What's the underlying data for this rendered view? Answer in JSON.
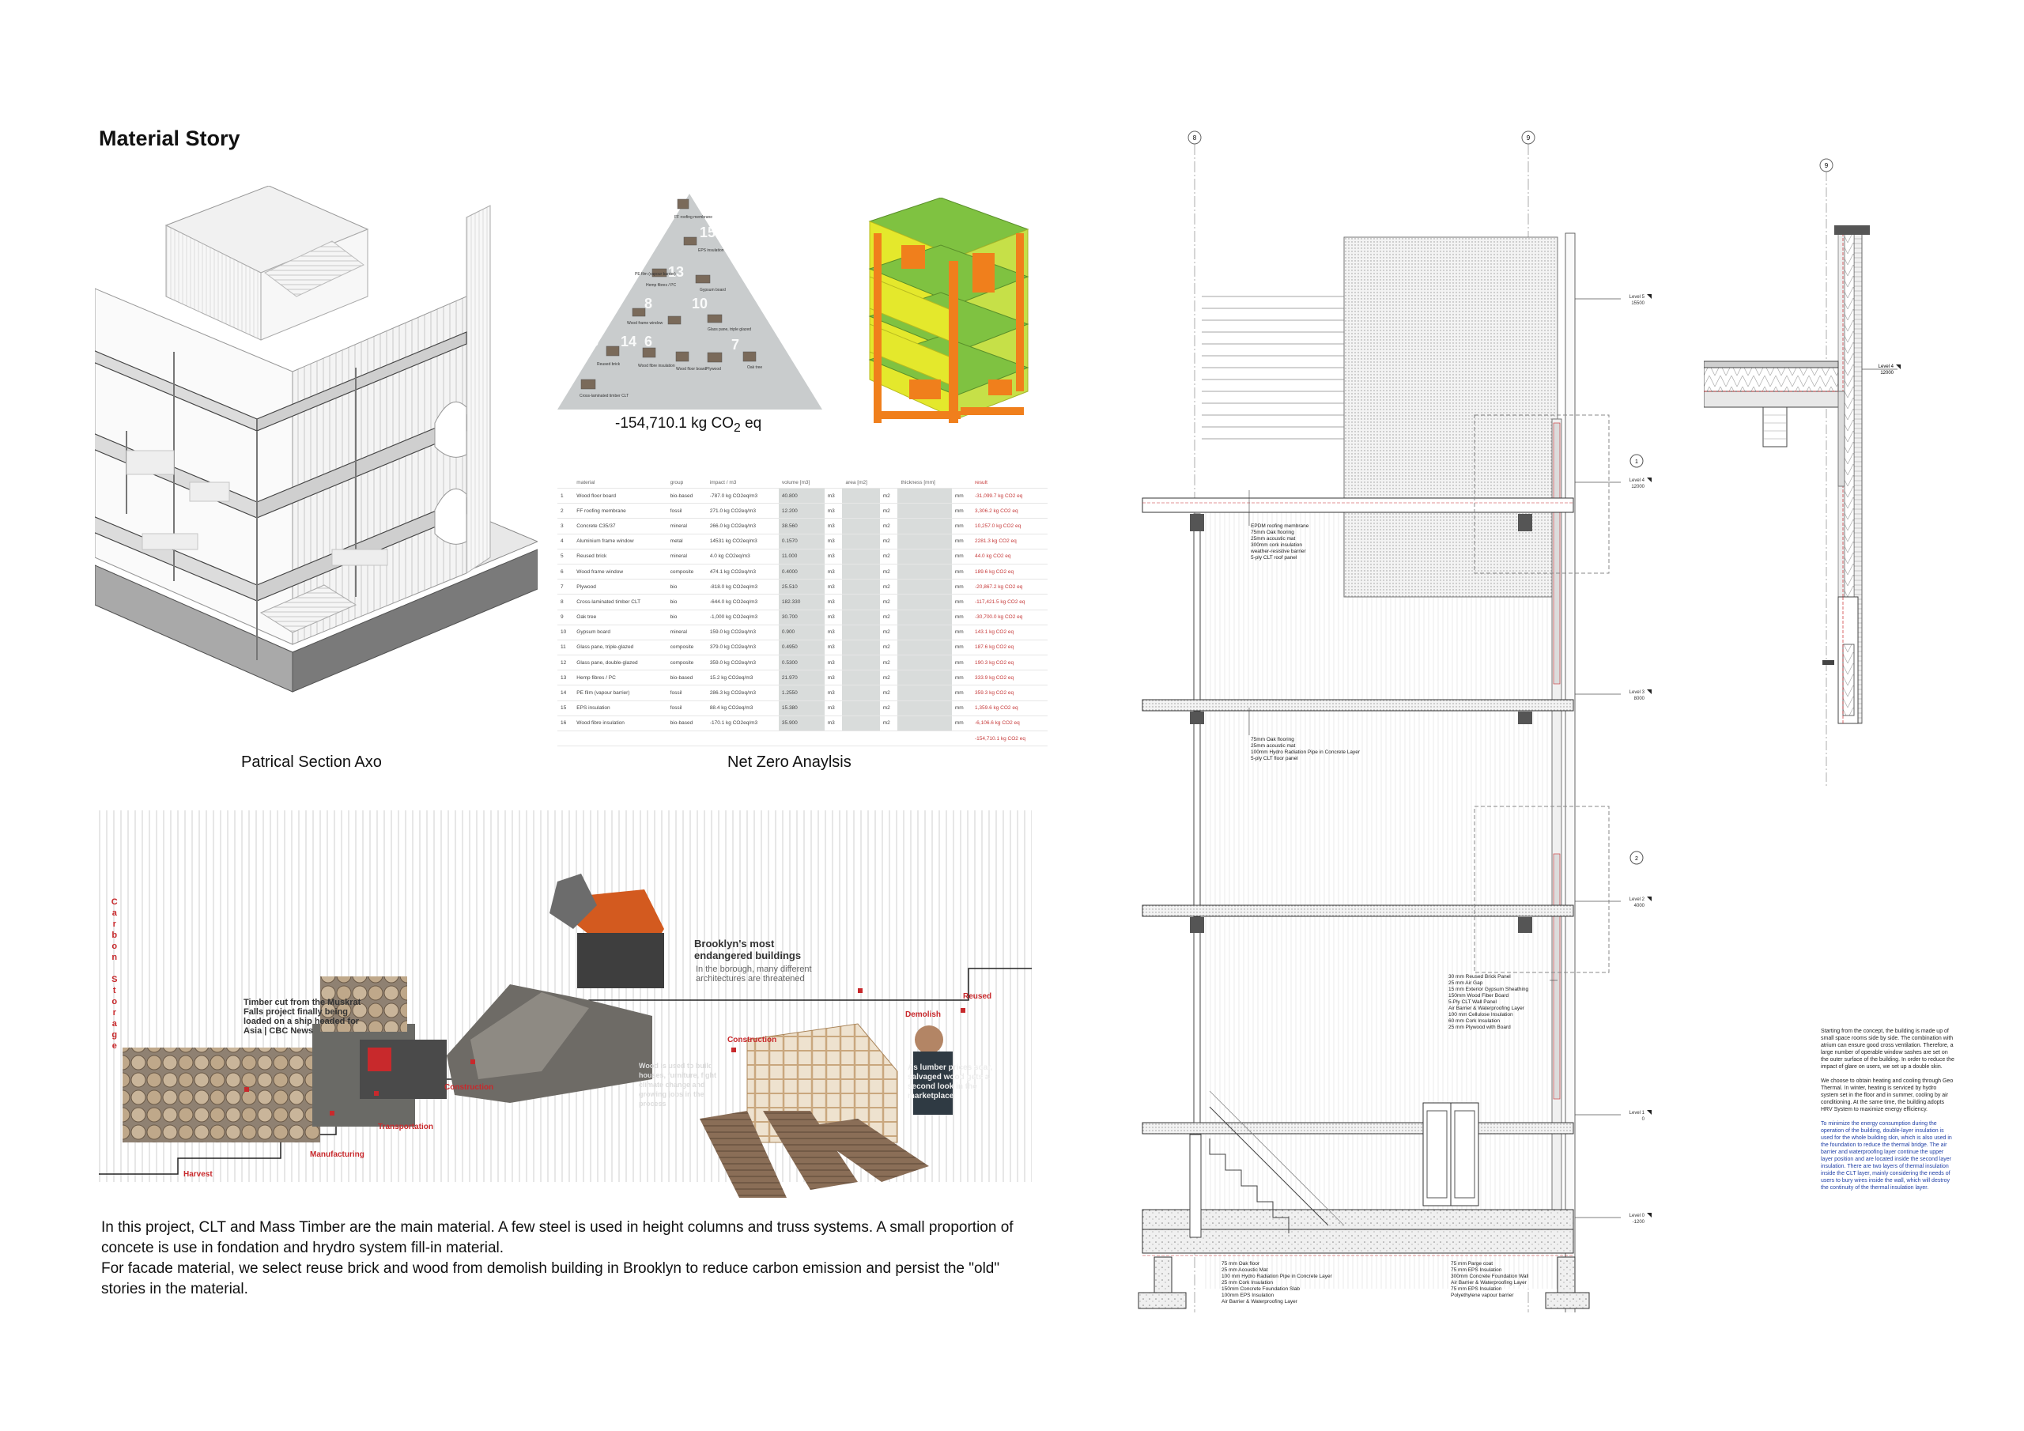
{
  "page": {
    "title": "Material Story"
  },
  "captions": {
    "axo": "Patrical Section Axo",
    "netzero": "Net Zero Anaylsis"
  },
  "pyramid": {
    "total_prefix": "-154,710.1 kg CO",
    "total_sub": "2",
    "total_suffix": " eq",
    "labels": {
      "l1": "FF roofing membrane",
      "l2": "EPS insulation",
      "l3": "Hemp fibres / PC",
      "l4": "Gypsum board",
      "l5": "Wood frame window",
      "l6": "Glass pane, triple glazed",
      "l7": "Reused brick",
      "l8": "Wood fibre insulation",
      "l9": "Wood floor board",
      "l10": "Plywood",
      "l11": "Oak tree",
      "l12": "Cross-laminated timber CLT",
      "l13": "PE film (vapour barrier)"
    }
  },
  "materials_table": {
    "headers": [
      "material",
      "group",
      "impact / m3",
      "volume [m3]",
      "area [m2]",
      "thickness [mm]",
      "result"
    ],
    "rows": [
      {
        "n": "1",
        "name": "Wood floor board",
        "group": "bio-based",
        "impact": "-787.0 kg CO2eq/m3",
        "vol": "40.800",
        "res": "-31,099.7 kg CO2 eq"
      },
      {
        "n": "2",
        "name": "FF roofing membrane",
        "group": "fossil",
        "impact": "271.0 kg CO2eq/m3",
        "vol": "12.200",
        "res": "3,306.2 kg CO2 eq"
      },
      {
        "n": "3",
        "name": "Concrete C35/37",
        "group": "mineral",
        "impact": "266.0 kg CO2eq/m3",
        "vol": "38.560",
        "res": "10,257.0 kg CO2 eq"
      },
      {
        "n": "4",
        "name": "Aluminium frame window",
        "group": "metal",
        "impact": "14531 kg CO2eq/m3",
        "vol": "0.1570",
        "res": "2281.3 kg CO2 eq"
      },
      {
        "n": "5",
        "name": "Reused brick",
        "group": "mineral",
        "impact": "4.0 kg CO2eq/m3",
        "vol": "11.000",
        "res": "44.0 kg CO2 eq"
      },
      {
        "n": "6",
        "name": "Wood frame window",
        "group": "composite",
        "impact": "474.1 kg CO2eq/m3",
        "vol": "0.4000",
        "res": "189.6 kg CO2 eq"
      },
      {
        "n": "7",
        "name": "Plywood",
        "group": "bio",
        "impact": "-818.0 kg CO2eq/m3",
        "vol": "25.510",
        "res": "-20,867.2 kg CO2 eq"
      },
      {
        "n": "8",
        "name": "Cross-laminated timber CLT",
        "group": "bio",
        "impact": "-644.0 kg CO2eq/m3",
        "vol": "182.330",
        "res": "-117,421.5 kg CO2 eq"
      },
      {
        "n": "9",
        "name": "Oak tree",
        "group": "bio",
        "impact": "-1,000 kg CO2eq/m3",
        "vol": "30.700",
        "res": "-30,700.0 kg CO2 eq"
      },
      {
        "n": "10",
        "name": "Gypsum board",
        "group": "mineral",
        "impact": "159.0 kg CO2eq/m3",
        "vol": "0.900",
        "res": "143.1 kg CO2 eq"
      },
      {
        "n": "11",
        "name": "Glass pane, triple-glazed",
        "group": "composite",
        "impact": "379.0 kg CO2eq/m3",
        "vol": "0.4950",
        "res": "187.6 kg CO2 eq"
      },
      {
        "n": "12",
        "name": "Glass pane, double-glazed",
        "group": "composite",
        "impact": "359.0 kg CO2eq/m3",
        "vol": "0.5300",
        "res": "190.3 kg CO2 eq"
      },
      {
        "n": "13",
        "name": "Hemp fibres / PC",
        "group": "bio-based",
        "impact": "15.2 kg CO2eq/m3",
        "vol": "21.970",
        "res": "333.9 kg CO2 eq"
      },
      {
        "n": "14",
        "name": "PE film (vapour barrier)",
        "group": "fossil",
        "impact": "286.3 kg CO2eq/m3",
        "vol": "1.2550",
        "res": "359.3 kg CO2 eq"
      },
      {
        "n": "15",
        "name": "EPS insulation",
        "group": "fossil",
        "impact": "88.4 kg CO2eq/m3",
        "vol": "15.380",
        "res": "1,359.6 kg CO2 eq"
      },
      {
        "n": "16",
        "name": "Wood fibre insulation",
        "group": "bio-based",
        "impact": "-170.1 kg CO2eq/m3",
        "vol": "35.900",
        "res": "-6,106.6 kg CO2 eq"
      }
    ],
    "total": "-154,710.1 kg CO2 eq"
  },
  "collage": {
    "storage_word": "Carbon Storage",
    "stages": {
      "harvest": "Harvest",
      "manufacturing": "Manufacturing",
      "transportation": "Transportation",
      "construction": "Construction",
      "demolish": "Demolish",
      "reused": "Reused",
      "demolition2": "Construction"
    },
    "clip1": "Timber cut from the Muskrat Falls project finally being loaded on a ship headed for Asia | CBC News",
    "clip2_head": "Brooklyn's most endangered buildings",
    "clip2_body": "In the borough, many different architectures are threatened",
    "clip3": "Wood is used to build houses, furniture, fight climate change and growing jobs in the process",
    "clip4": "As lumber prices soar, salvaged wood gets a second look in the marketplace"
  },
  "story": {
    "p1": "In this project, CLT and Mass Timber are the  main material. A few steel is used in height columns and  truss systems. A small proportion of concete is use in fondation and hrydro system fill-in material.",
    "p2": "For facade material, we select reuse brick and wood from demolish building in Brooklyn to reduce carbon emission and persist the \"old\" stories in the material."
  },
  "section": {
    "grid_a": "8",
    "grid_b": "9",
    "grid_c": "9",
    "levels": [
      {
        "name": "Level 5",
        "val": "15500"
      },
      {
        "name": "Level 4",
        "val": "12000"
      },
      {
        "name": "Level 3",
        "val": "8000"
      },
      {
        "name": "Level 2",
        "val": "4000"
      },
      {
        "name": "Level 1",
        "val": "0"
      },
      {
        "name": "Level 0",
        "val": "-1200"
      }
    ],
    "detail_level": {
      "name": "Level 4",
      "val": "12000"
    },
    "callouts": [
      "1",
      "2"
    ],
    "notes": {
      "roof": "EPDM roofing membrane\n75mm Oak flooring\n25mm acoustic mat\n300mm cork insulation\nweather-resistive barrier\n5-ply CLT roof panel",
      "floor": "75mm Oak flooring\n25mm acoustic mat\n100mm Hydro Radiation Pipe in Concrete Layer\n5-ply CLT floor panel",
      "wall": "30 mm Reused Brick Panel\n25 mm Air Gap\n15 mm Exterior Gypsum Sheathing\n150mm Wood Fiber Board\n5-Ply CLT Wall Panel\nAir Barrier & Waterproofing Layer\n100 mm Cellulose Insulation\n60 mm Cork Insulation\n25 mm Plywood with Board",
      "base_left": "75 mm Oak floor\n25 mm Acoustic Mat\n100 mm Hydro Radiation Pipe in Concrete Layer\n25 mm Cork Insulation\n150mm Concrete Foundation Slab\n100mm EPS Insulation\nAir Barrier & Waterproofing Layer",
      "base_right": "75 mm Parge coat\n75 mm EPS Insulation\n300mm Concrete Foundation Wall\nAir Barrier & Waterproofing Layer\n75 mm EPS Insulation\nPolyethylene vapour barrier"
    },
    "side_p1": "Starting from the concept, the building is made up of small space rooms side by side. The combination with atrium can ensure good cross ventilation. Therefore, a large number of operable window sashes are set on the outer surface of the building. In order to reduce the impact of glare on users, we set up a double skin.",
    "side_p2": "We choose to obtain heating and cooling through Geo Thermal. In winter, heating is serviced by hydro system set in the floor and in summer, cooling by air conditioning. At the same time, the building adopts HRV System to maximize energy efficiency.",
    "side_p3": "To minimize the energy consumption during the operation of the building, double-layer insulation is used for the whole building skin, which is also used in the foundation to reduce the thermal bridge. The air barrier and waterproofing layer continue the upper layer position and are located inside the second layer insulation. There are two layers of thermal insulation inside the CLT layer, mainly considering the needs of users to bury wires inside the wall, which will destroy the continuity of the thermal insulation layer."
  },
  "colors": {
    "accent_red": "#c8292c",
    "clt_green": "#7fc241",
    "clt_yellow": "#e4e82c",
    "clt_orange": "#f07f1c",
    "pyramid_grey": "#c9cccd"
  }
}
